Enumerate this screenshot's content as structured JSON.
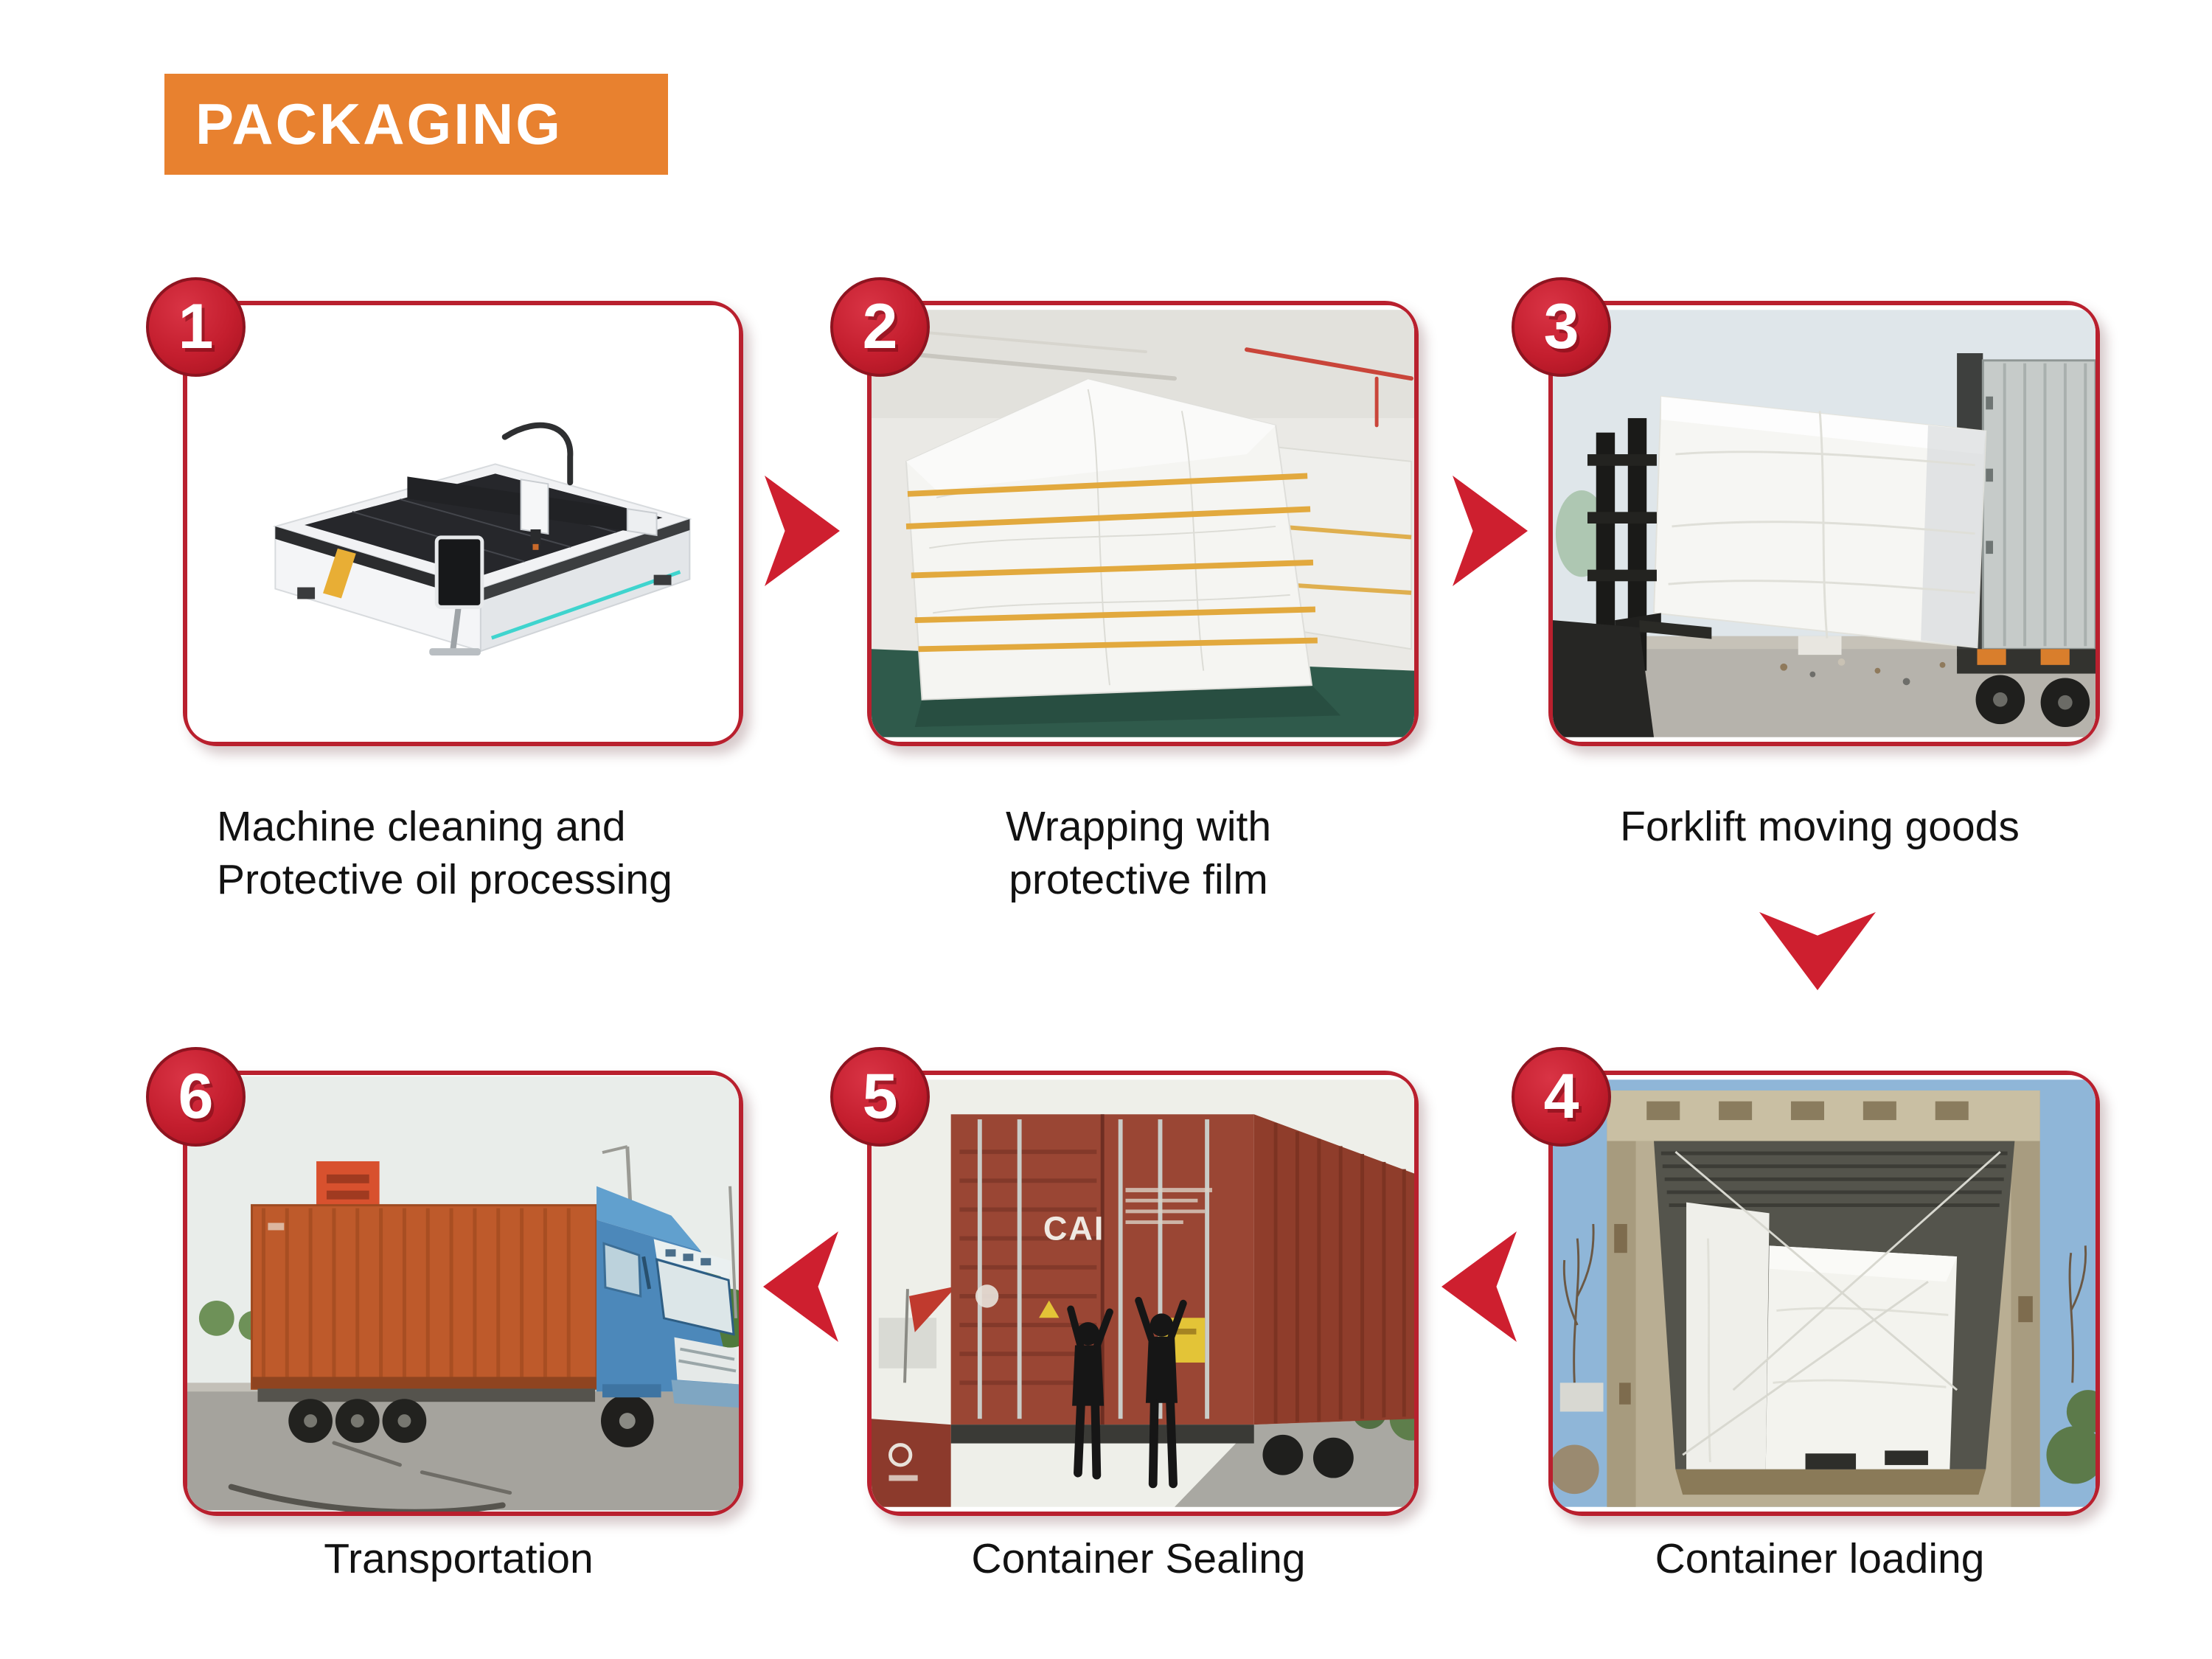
{
  "banner": {
    "label": "PACKAGING",
    "bg_color": "#E8812F",
    "text_color": "#FFFFFF"
  },
  "colors": {
    "badge_red": "#C41E2E",
    "card_border_red": "#B9202E",
    "arrow_red": "#CE1F2F",
    "caption_black": "#121212",
    "banner_orange": "#E8812F"
  },
  "steps": [
    {
      "number": "1",
      "caption_lines": [
        "Machine cleaning and",
        "Protective oil processing"
      ],
      "photo": "laser-cutting-machine-render"
    },
    {
      "number": "2",
      "caption_lines": [
        "Wrapping with",
        "protective film"
      ],
      "photo": "machine-wrapped-in-plastic-film-with-straps"
    },
    {
      "number": "3",
      "caption_lines": [
        "Forklift moving goods"
      ],
      "photo": "forklift-loading-wrapped-machine-into-container-truck"
    },
    {
      "number": "4",
      "caption_lines": [
        "Container loading"
      ],
      "photo": "wrapped-machine-secured-inside-open-container"
    },
    {
      "number": "5",
      "caption_lines": [
        "Container Sealing"
      ],
      "photo": "workers-sealing-container-rear-doors",
      "photo_text": "CAI"
    },
    {
      "number": "6",
      "caption_lines": [
        "Transportation"
      ],
      "photo": "blue-truck-with-orange-container-on-road"
    }
  ]
}
